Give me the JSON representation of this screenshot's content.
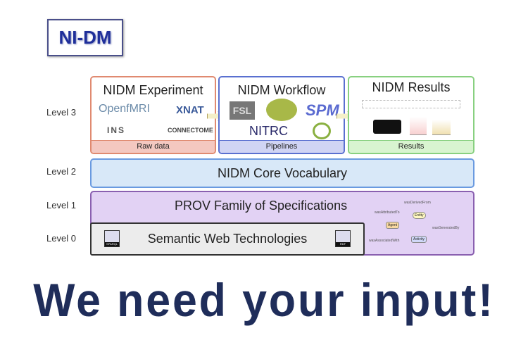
{
  "logo": "NI-DM",
  "levels": [
    "Level 3",
    "Level 2",
    "Level 1",
    "Level 0"
  ],
  "experiment": {
    "title": "NIDM Experiment",
    "footer": "Raw data",
    "logos": [
      "OpenfMRI",
      "XNAT",
      "INS",
      "CONNECTOME"
    ]
  },
  "workflow": {
    "title": "NIDM Workflow",
    "footer": "Pipelines",
    "logos": [
      "FSL",
      "SPM",
      "NITRC"
    ]
  },
  "results": {
    "title": "NIDM Results",
    "footer": "Results"
  },
  "core": "NIDM Core Vocabulary",
  "prov": {
    "title": "PROV Family of Specifications",
    "nodes": [
      "Agent",
      "Entity",
      "Activity"
    ],
    "relations": [
      "wasDerivedFrom",
      "wasAttributedTo",
      "wasGeneratedBy",
      "wasAssociatedWith"
    ]
  },
  "semweb": {
    "title": "Semantic Web Technologies",
    "badges": [
      "SPARQL",
      "RDF"
    ]
  },
  "slogan": "We need your input!"
}
